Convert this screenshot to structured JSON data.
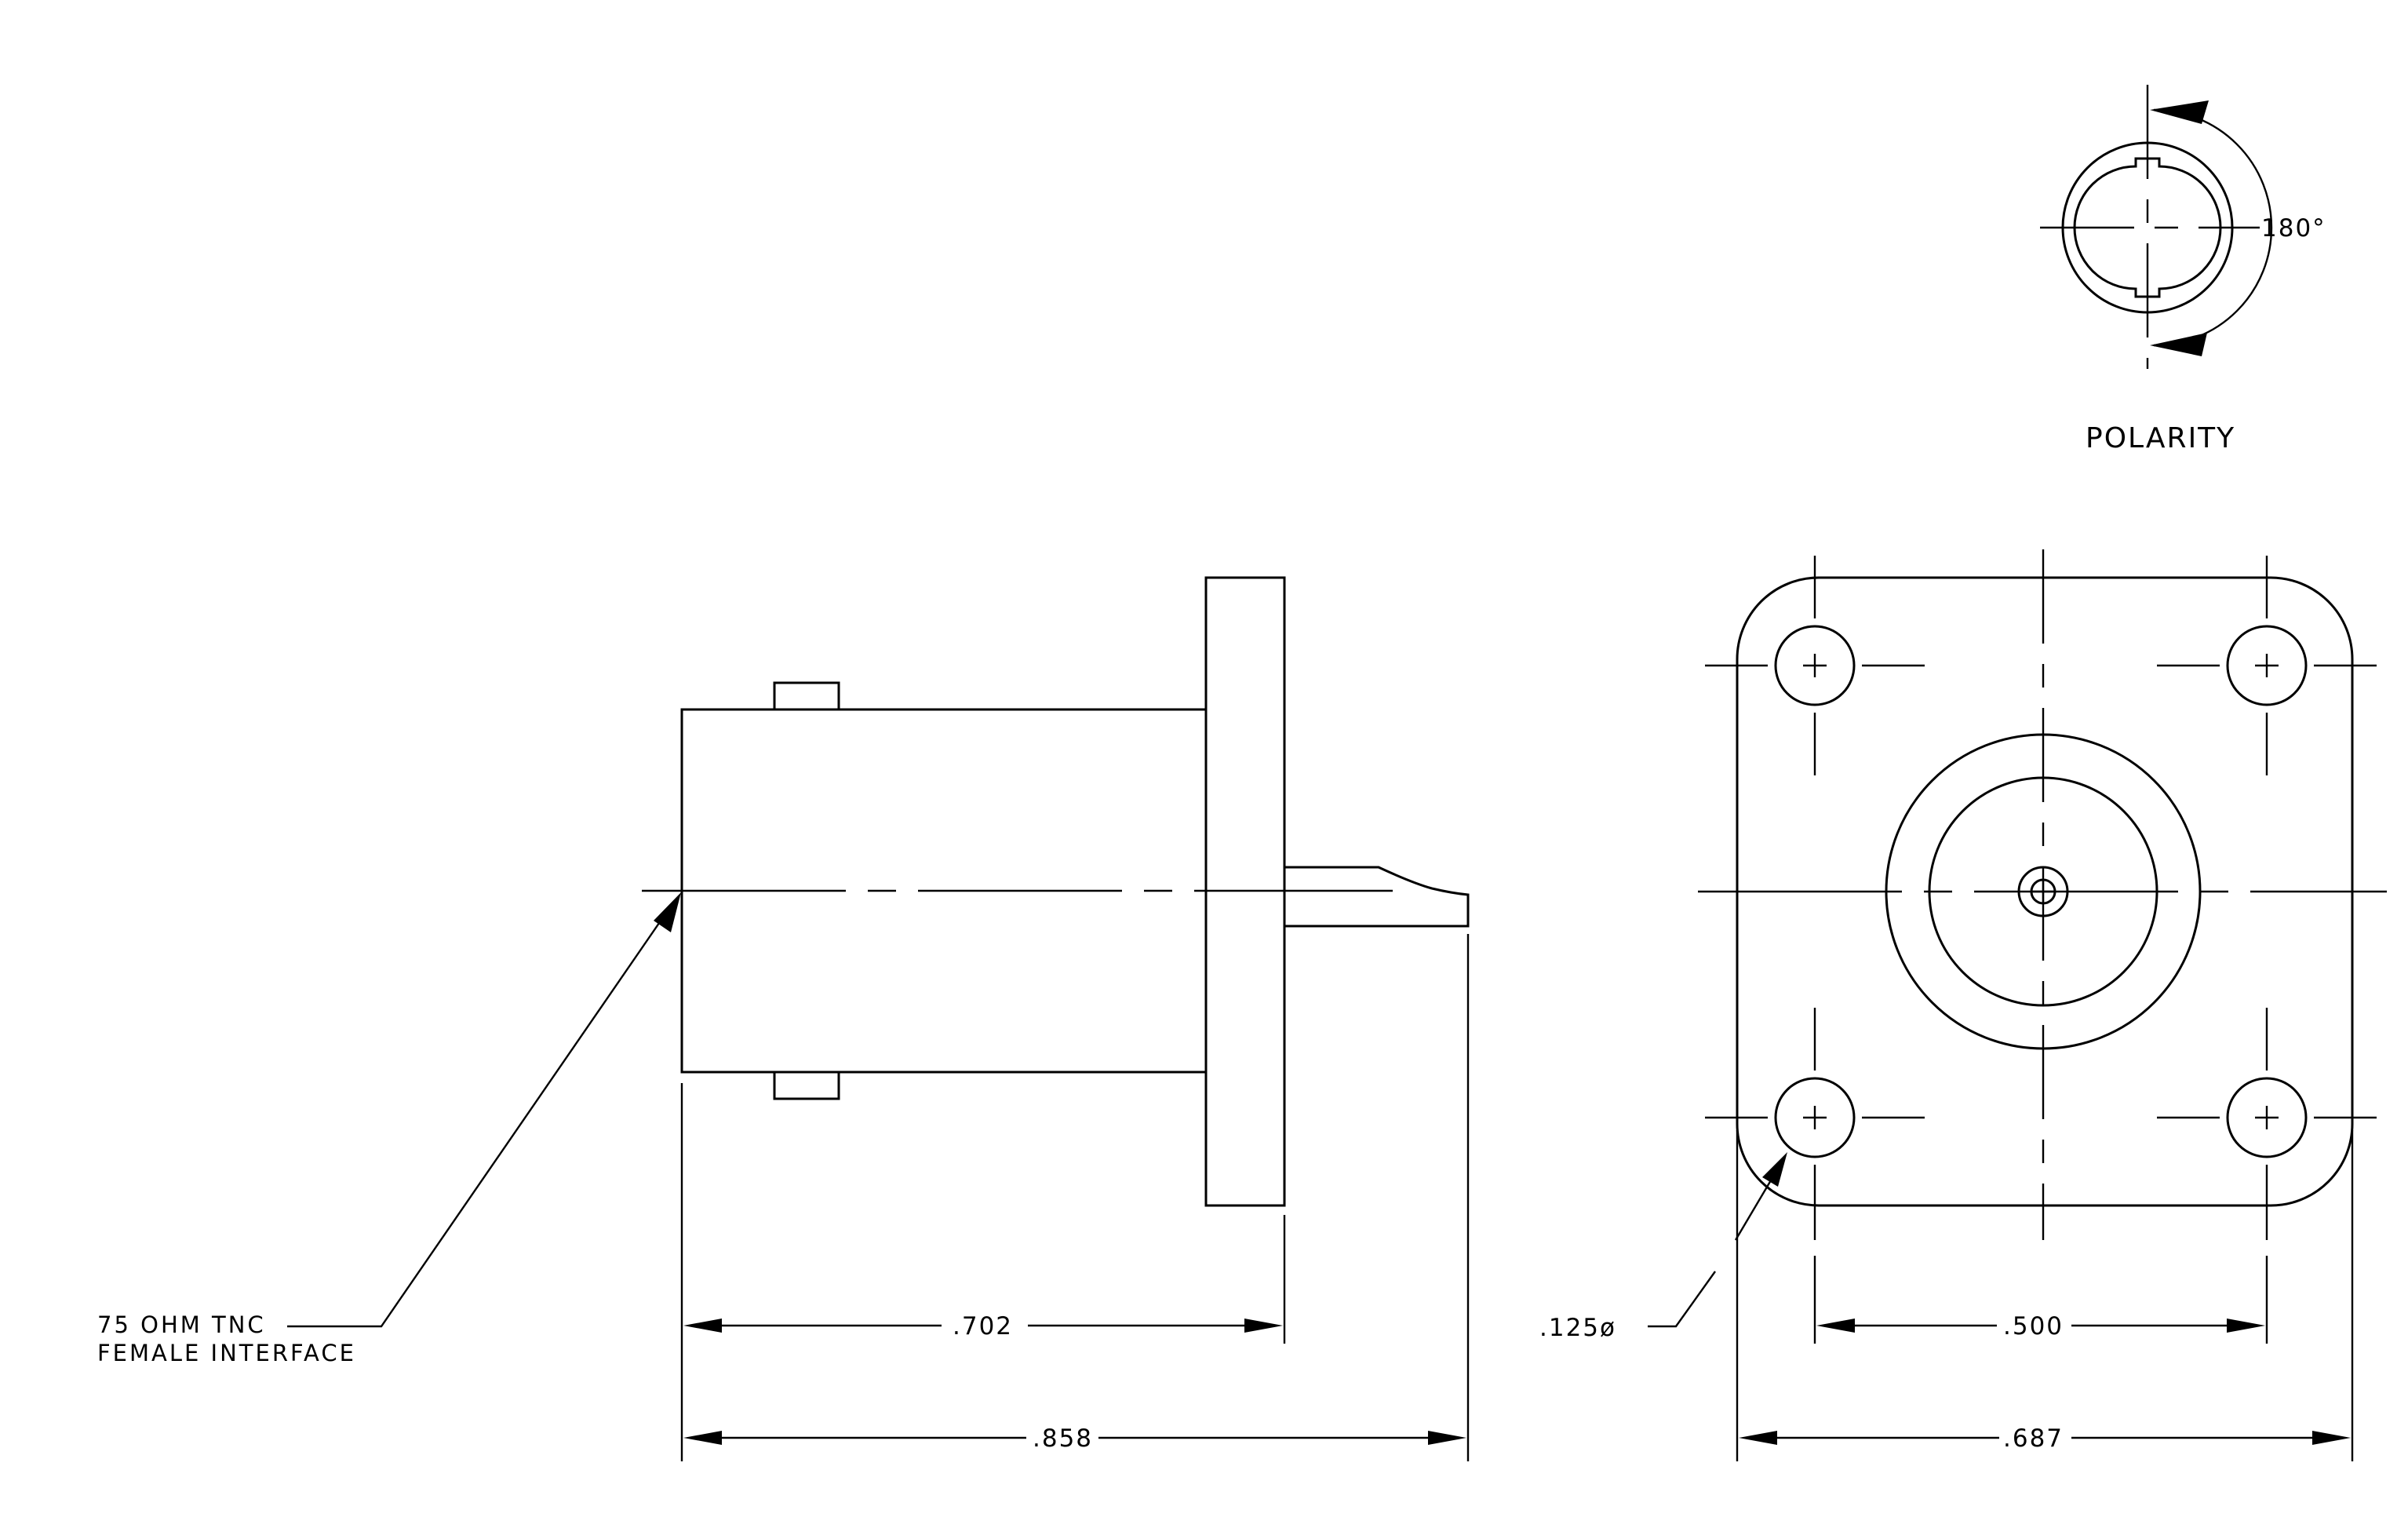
{
  "labels": {
    "polarity": "POLARITY",
    "polarity_angle": "180°",
    "interface_line1": "75 OHM TNC",
    "interface_line2": "FEMALE INTERFACE",
    "hole_dia": ".125ø"
  },
  "dimensions": {
    "flange_to_front": ".702",
    "overall_length": ".858",
    "hole_spacing": ".500",
    "flange_width": ".687"
  }
}
